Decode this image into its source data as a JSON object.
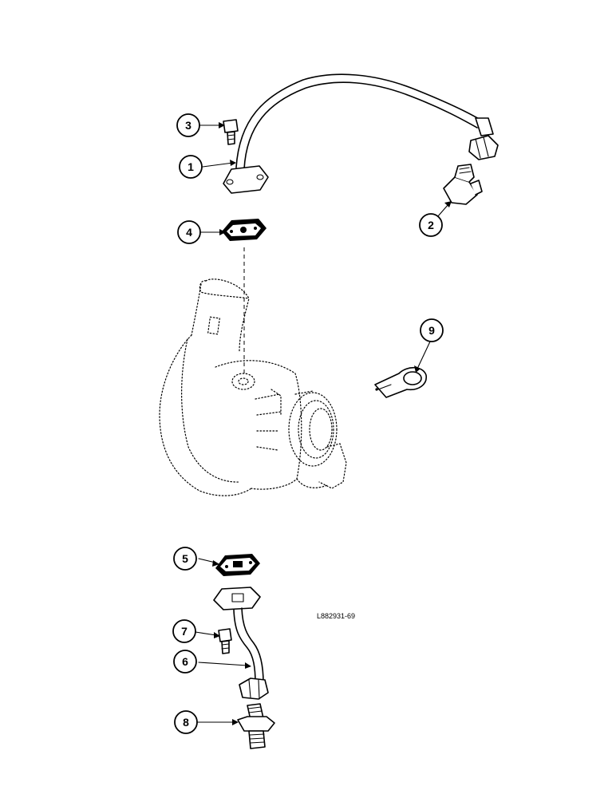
{
  "callouts": {
    "c1": "1",
    "c2": "2",
    "c3": "3",
    "c4": "4",
    "c5": "5",
    "c6": "6",
    "c7": "7",
    "c8": "8",
    "c9": "9"
  },
  "reference_code": "L882931-69"
}
